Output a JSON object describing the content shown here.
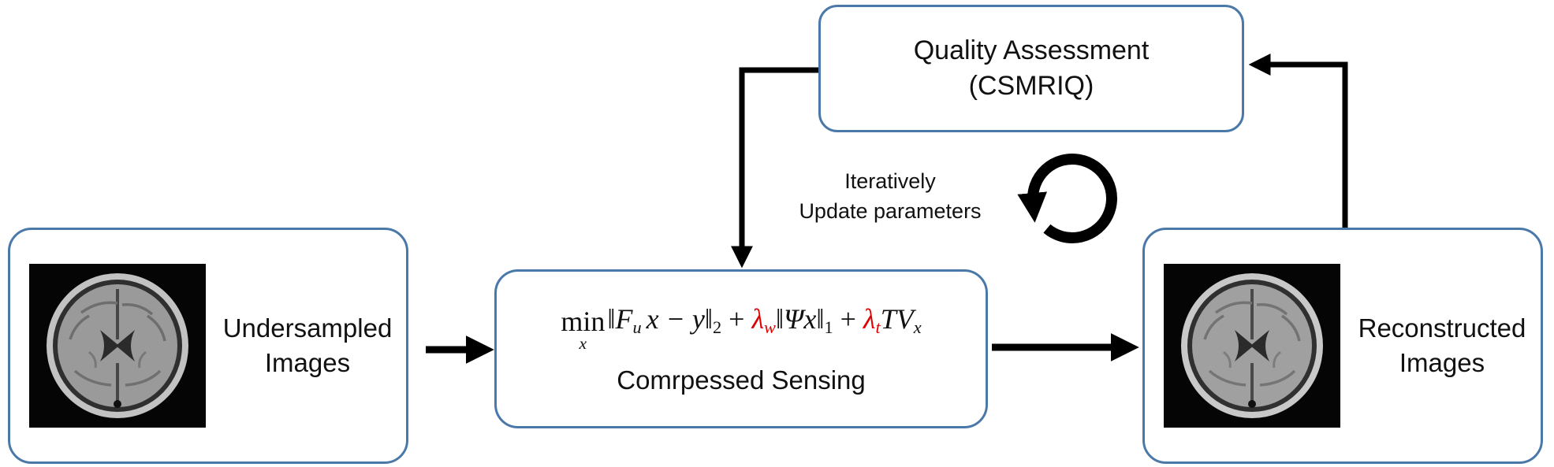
{
  "colors": {
    "box_border": "#4a79a9",
    "arrow": "#000000",
    "lambda_red": "#e00000",
    "background": "#ffffff"
  },
  "qa_box": {
    "line1": "Quality Assessment",
    "line2": "(CSMRIQ)"
  },
  "left_box": {
    "line1": "Undersampled",
    "line2": "Images"
  },
  "center_box": {
    "label": "Comrpessed Sensing"
  },
  "formula": {
    "min": "min",
    "min_sub": "x",
    "bar_open1": "‖",
    "F": "F",
    "F_sub": "u",
    "x_minus_y": "x − y",
    "bar_close1": "‖",
    "sub2": "2",
    "plus1": "+",
    "lambda_w": "λ",
    "lambda_w_sub": "w",
    "bar_open2": "‖",
    "psi_x": "Ψx",
    "bar_close2": "‖",
    "sub1": "1",
    "plus2": "+",
    "lambda_t": "λ",
    "lambda_t_sub": "t",
    "tv": "TV",
    "tv_sub": "x"
  },
  "right_box": {
    "line1": "Reconstructed",
    "line2": "Images"
  },
  "note": {
    "line1": "Iteratively",
    "line2": "Update parameters"
  }
}
